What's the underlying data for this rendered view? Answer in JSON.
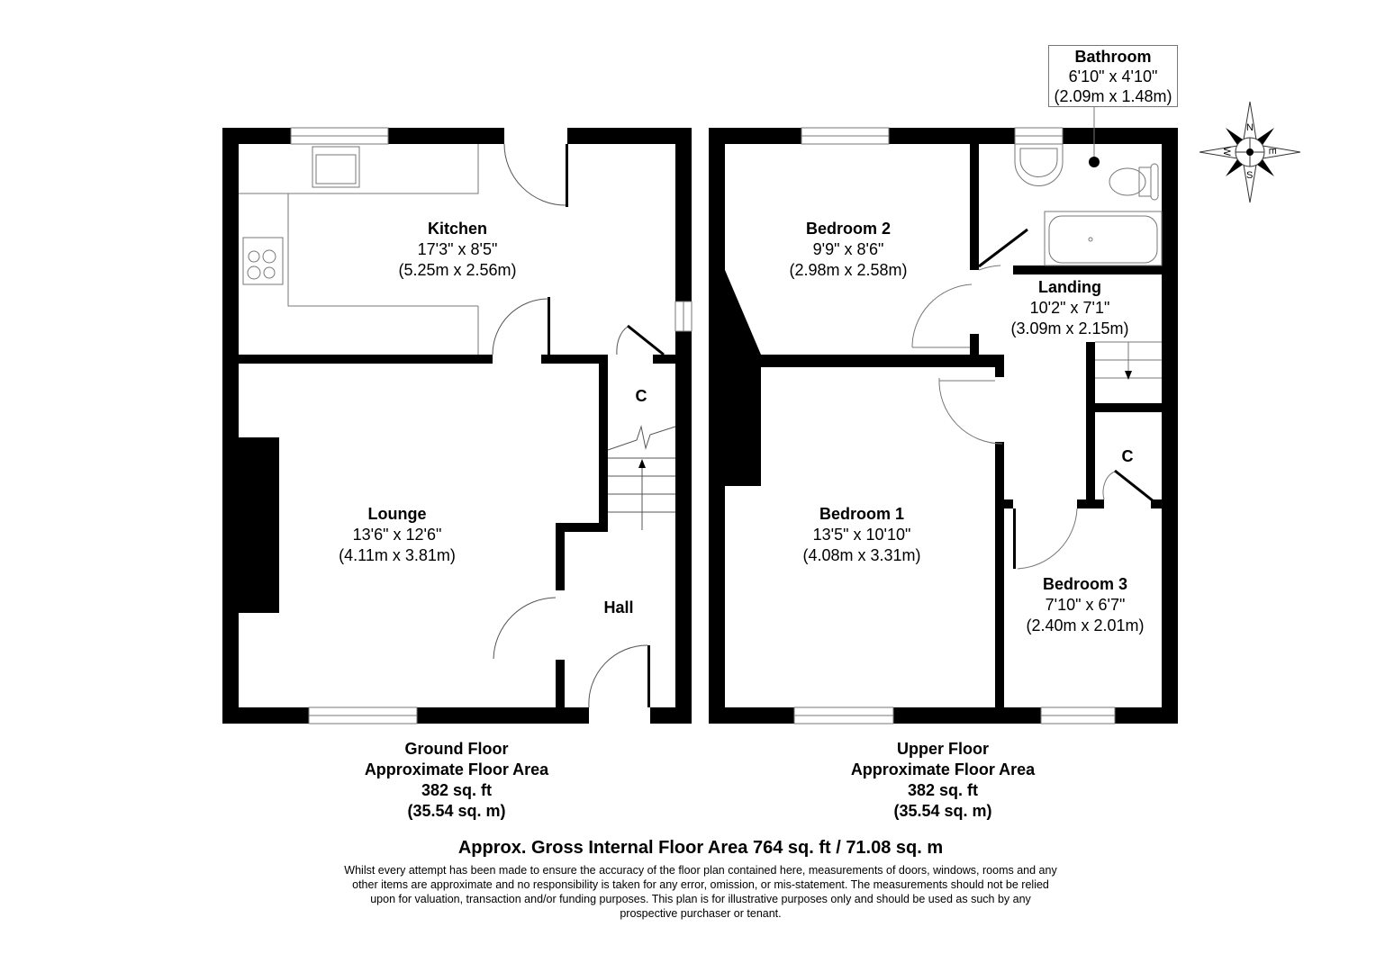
{
  "rooms": {
    "kitchen": {
      "name": "Kitchen",
      "imperial": "17'3\" x 8'5\"",
      "metric": "(5.25m x 2.56m)"
    },
    "lounge": {
      "name": "Lounge",
      "imperial": "13'6\" x 12'6\"",
      "metric": "(4.11m x 3.81m)"
    },
    "hall": {
      "name": "Hall"
    },
    "ground_cupboard": {
      "name": "C"
    },
    "bedroom2": {
      "name": "Bedroom 2",
      "imperial": "9'9\" x 8'6\"",
      "metric": "(2.98m x 2.58m)"
    },
    "bathroom": {
      "name": "Bathroom",
      "imperial": "6'10\" x 4'10\"",
      "metric": "(2.09m x 1.48m)"
    },
    "landing": {
      "name": "Landing",
      "imperial": "10'2\" x 7'1\"",
      "metric": "(3.09m x 2.15m)"
    },
    "bedroom1": {
      "name": "Bedroom 1",
      "imperial": "13'5\" x 10'10\"",
      "metric": "(4.08m x 3.31m)"
    },
    "bedroom3": {
      "name": "Bedroom 3",
      "imperial": "7'10\" x 6'7\"",
      "metric": "(2.40m x 2.01m)"
    },
    "upper_cupboard": {
      "name": "C"
    }
  },
  "compass": {
    "n": "N",
    "e": "E",
    "s": "S",
    "w": "W"
  },
  "floors": {
    "ground": {
      "title": "Ground Floor",
      "subtitle": "Approximate Floor Area",
      "sqft": "382 sq. ft",
      "sqm": "(35.54 sq. m)"
    },
    "upper": {
      "title": "Upper Floor",
      "subtitle": "Approximate Floor Area",
      "sqft": "382 sq. ft",
      "sqm": "(35.54 sq. m)"
    }
  },
  "gross_area": "Approx. Gross Internal Floor Area 764 sq. ft / 71.08 sq. m",
  "disclaimer": "Whilst every attempt has been made to ensure the accuracy of the floor plan contained here, measurements of doors, windows, rooms and any other items are approximate and no responsibility is taken for any error, omission, or mis-statement. The measurements should not be relied upon for valuation, transaction and/or funding purposes. This plan is for illustrative purposes only and should be used as such by any prospective purchaser or tenant.",
  "colors": {
    "wall": "#000000",
    "background": "#ffffff",
    "fixture_line": "#777777"
  }
}
